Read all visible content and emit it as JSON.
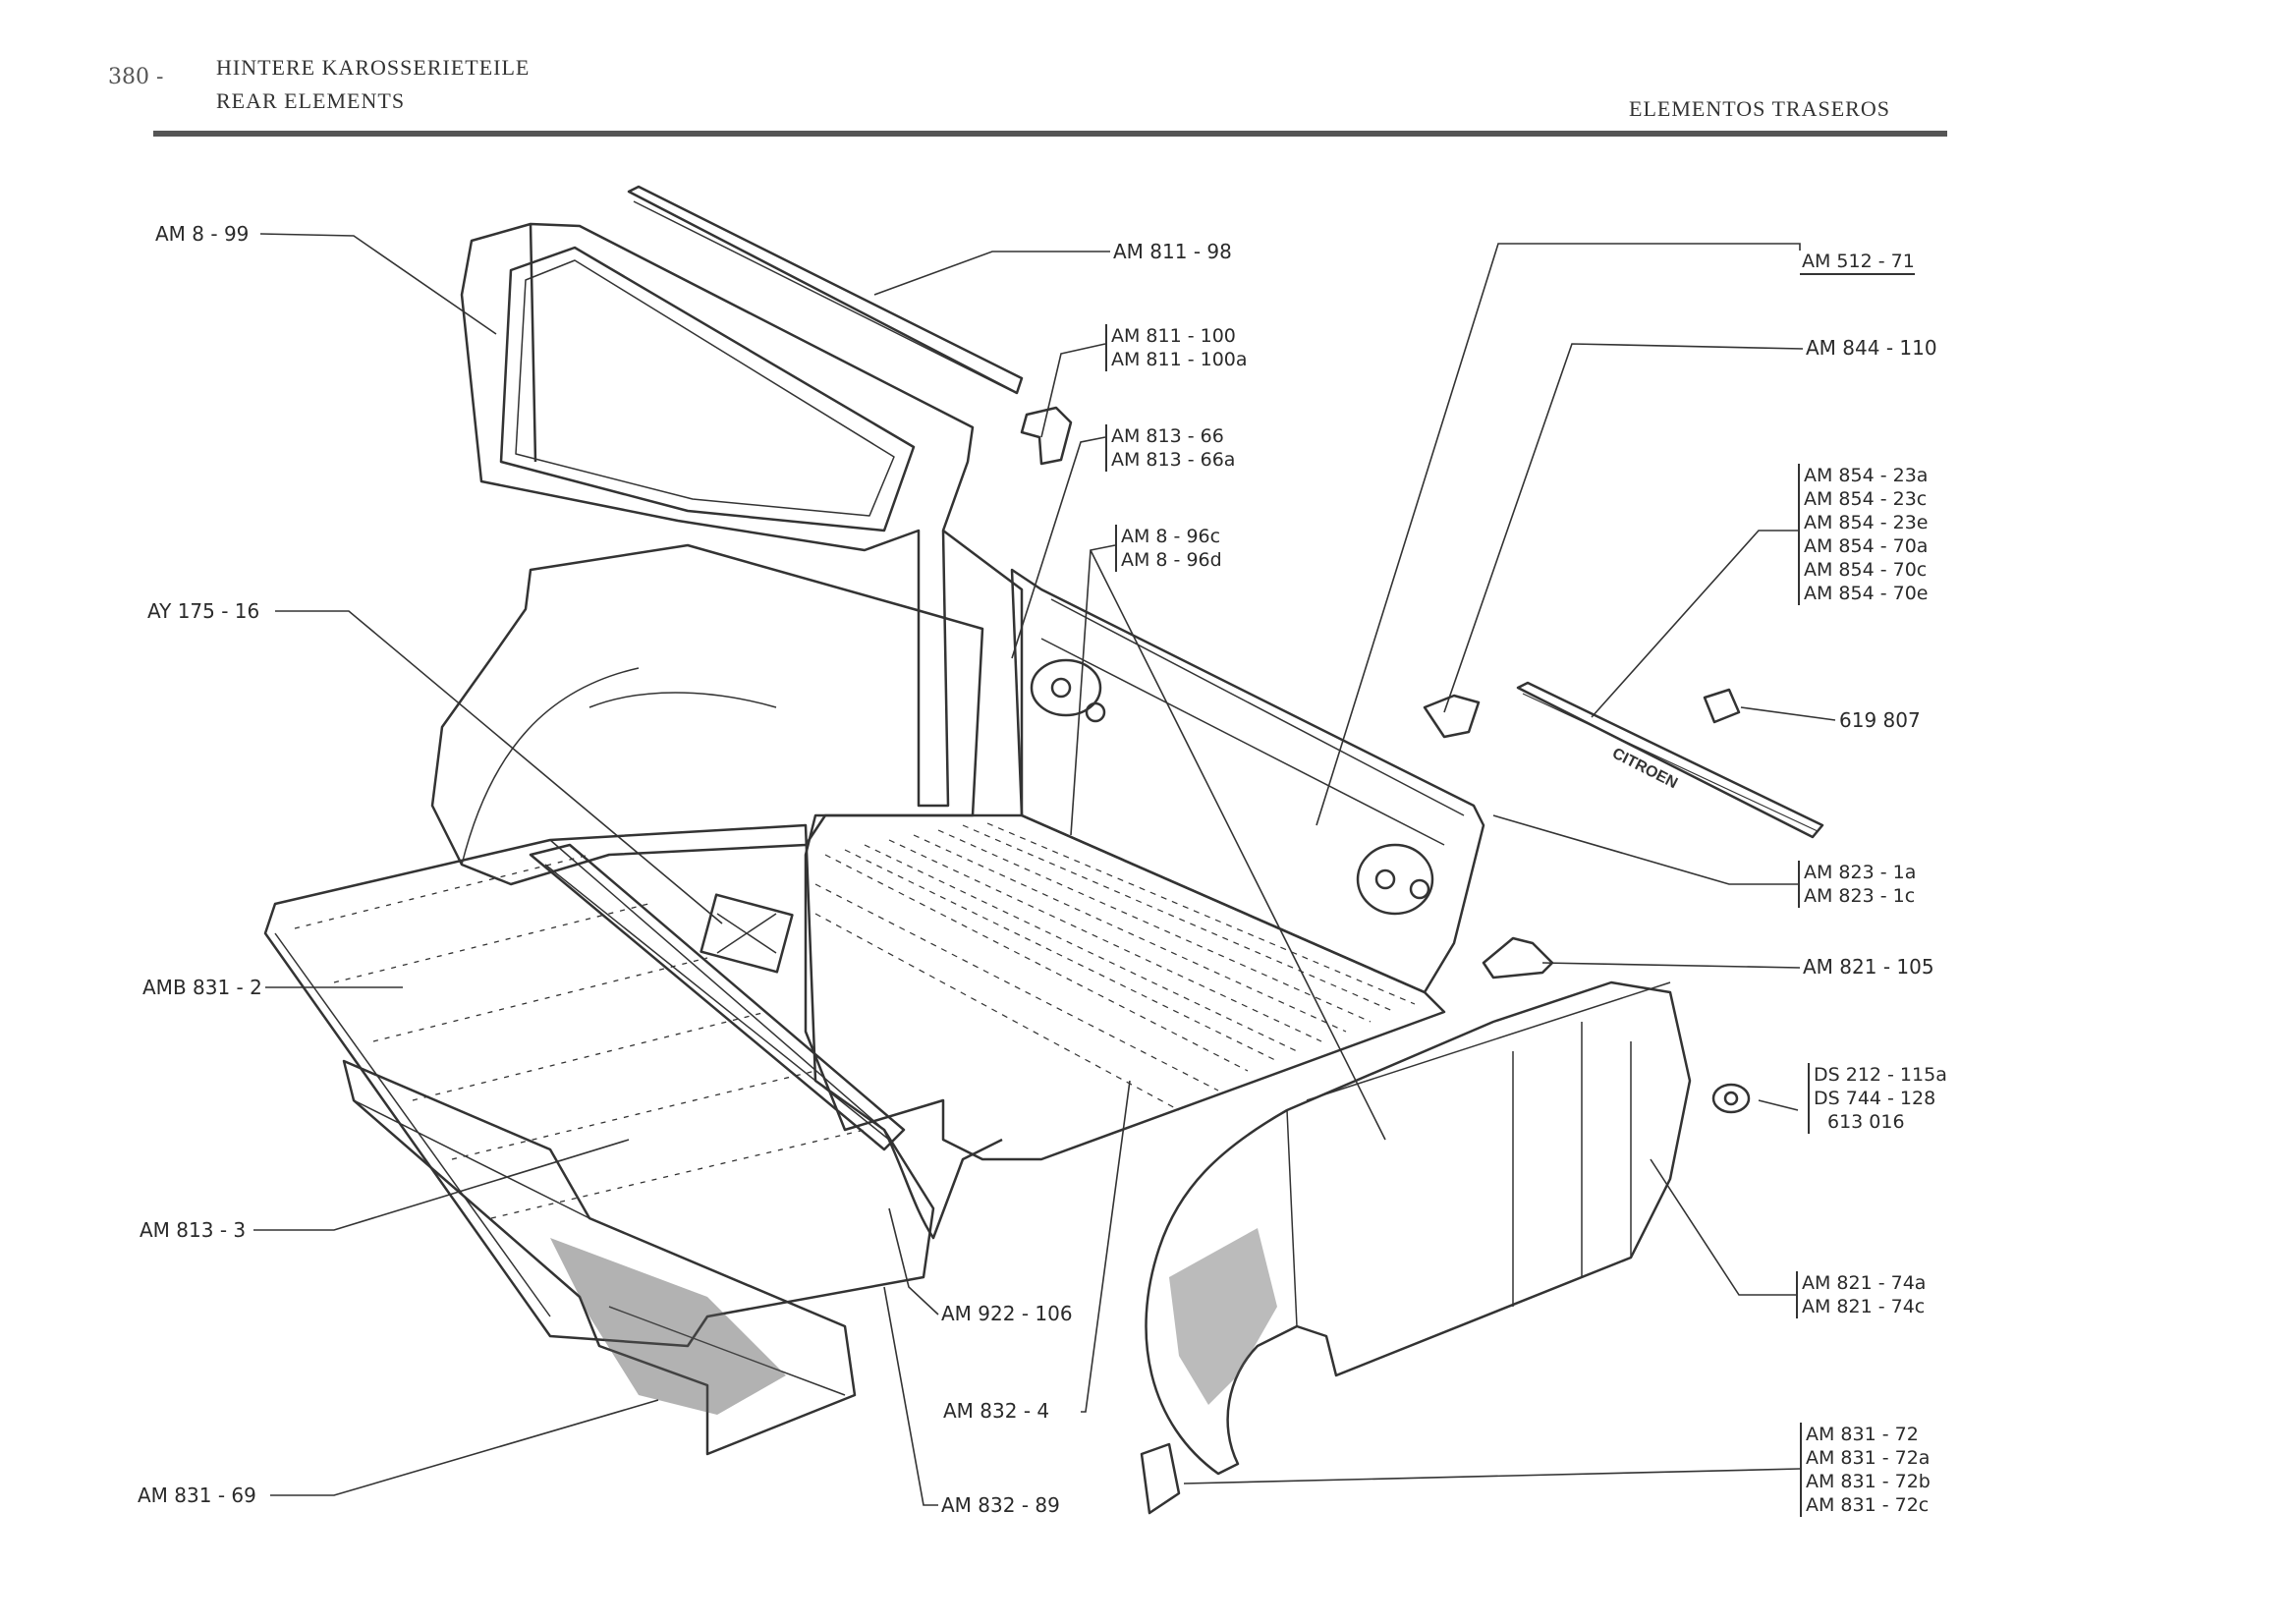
{
  "header": {
    "page_number": "380 -",
    "title_de": "HINTERE KAROSSERIETEILE",
    "title_en": "REAR ELEMENTS",
    "title_es": "ELEMENTOS TRASEROS"
  },
  "parts": {
    "am_8_99": "AM 8 - 99",
    "ay_175_16": "AY 175 - 16",
    "amb_831_2": "AMB 831 - 2",
    "am_813_3": "AM 813 - 3",
    "am_831_69": "AM 831 - 69",
    "am_811_98": "AM 811 - 98",
    "am_811_100": [
      "AM 811 - 100",
      "AM 811 - 100a"
    ],
    "am_813_66": [
      "AM 813 - 66",
      "AM 813 - 66a"
    ],
    "am_8_96": [
      "AM 8 - 96c",
      "AM 8 - 96d"
    ],
    "am_512_71": "AM 512 - 71",
    "am_844_110": "AM 844 - 110",
    "am_854": [
      "AM 854 - 23a",
      "AM 854 - 23c",
      "AM 854 - 23e",
      "AM 854 - 70a",
      "AM 854 - 70c",
      "AM 854 - 70e"
    ],
    "p619807": "619 807",
    "am_823_1": [
      "AM 823 - 1a",
      "AM 823 - 1c"
    ],
    "am_821_105": "AM 821 - 105",
    "ds_group": [
      "DS 212 - 115a",
      "DS 744 - 128",
      "613 016"
    ],
    "am_821_74": [
      "AM 821 - 74a",
      "AM 821 - 74c"
    ],
    "am_922_106": "AM 922 - 106",
    "am_832_4": "AM 832 - 4",
    "am_832_89": "AM 832 - 89",
    "am_831_72": [
      "AM 831 - 72",
      "AM 831 - 72a",
      "AM 831 - 72b",
      "AM 831 - 72c"
    ]
  },
  "strip_text": "CITROEN"
}
